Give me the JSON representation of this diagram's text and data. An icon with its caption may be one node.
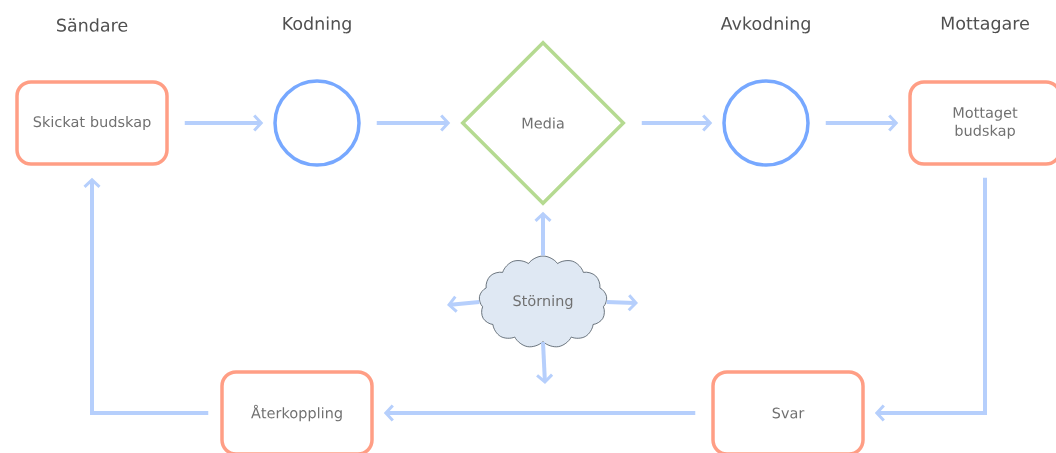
{
  "diagram": {
    "nodes": [
      {
        "text": [
          "Skickat budskap"
        ],
        "beside": [
          "Sändare"
        ]
      },
      {
        "text": [],
        "shape": "circle",
        "beside": [
          "Kodning"
        ]
      },
      {
        "text": [
          "Media"
        ]
      },
      {
        "text": [],
        "shape": "circle",
        "beside": [
          "Avkodning"
        ]
      },
      {
        "text": [
          "Mottaget budskap"
        ],
        "beside": [
          "Mottagare"
        ]
      },
      {
        "text": [
          "Svar"
        ]
      },
      {
        "text": [
          "Återkoppling"
        ]
      },
      {
        "text": [
          "Störning"
        ]
      }
    ],
    "edges": [
      {
        "from": 0,
        "to": 1,
        "arrow": "to"
      },
      {
        "from": 1,
        "to": 2,
        "arrow": "to"
      },
      {
        "from": 2,
        "to": 3,
        "arrow": "to"
      },
      {
        "from": 3,
        "to": 4,
        "arrow": "to"
      },
      {
        "from": 4,
        "to": 5,
        "arrow": "to"
      },
      {
        "from": 5,
        "to": 6,
        "arrow": "to"
      },
      {
        "from": 6,
        "to": 0,
        "arrow": "to"
      },
      {
        "from": 7,
        "to": 2,
        "arrow": "to"
      },
      {
        "from": 7,
        "to": null,
        "arrow": "to"
      },
      {
        "from": 7,
        "to": null,
        "arrow": "to"
      },
      {
        "from": 7,
        "to": null,
        "arrow": "to"
      }
    ]
  }
}
